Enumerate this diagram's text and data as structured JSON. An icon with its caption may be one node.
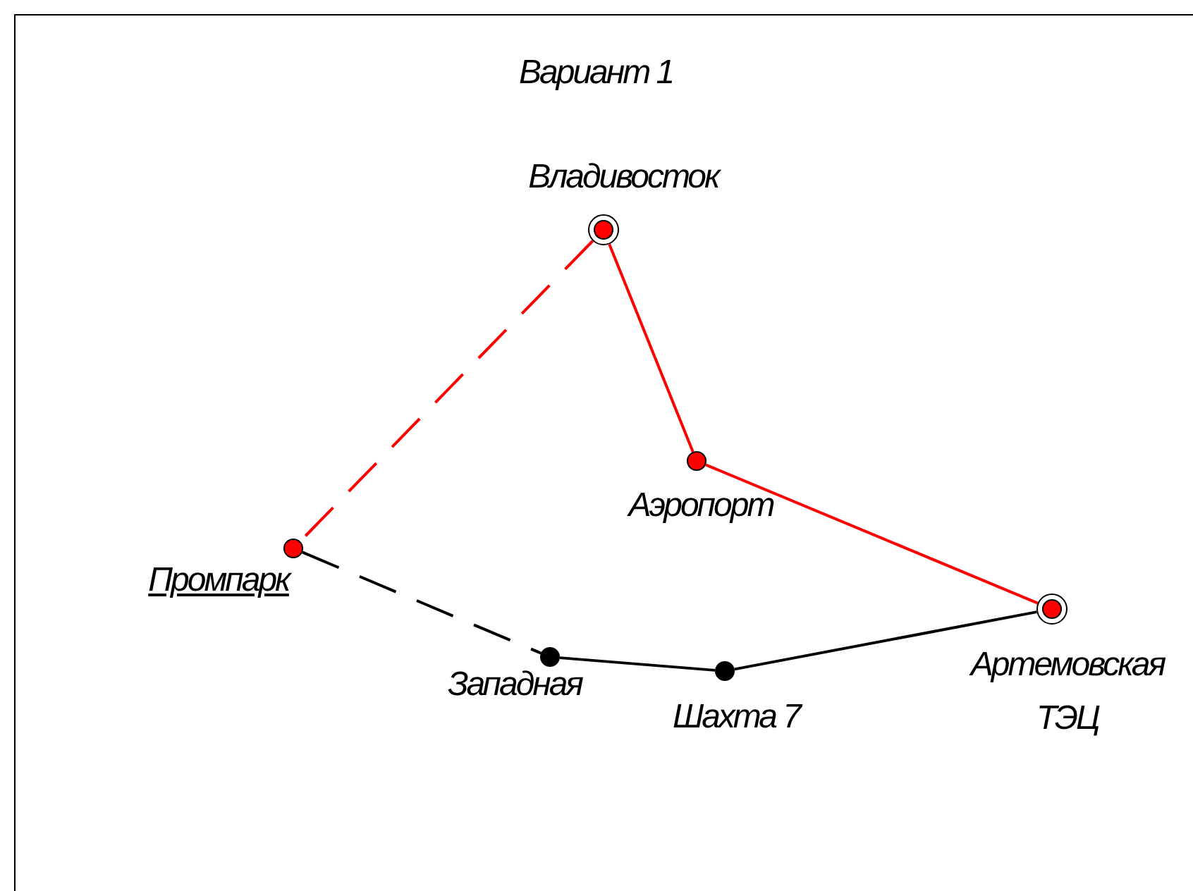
{
  "diagram": {
    "title": "Вариант 1",
    "nodes": [
      {
        "text": [],
        "shape": "circle",
        "beside": [
          "Владивосток"
        ]
      },
      {
        "text": [],
        "shape": "circle",
        "beside": [
          "Аэропорт"
        ]
      },
      {
        "text": [],
        "shape": "circle",
        "beside": [
          "Промпарк"
        ]
      },
      {
        "text": [],
        "shape": "circle",
        "beside": [
          "Западная"
        ]
      },
      {
        "text": [],
        "shape": "circle",
        "beside": [
          "Шахта 7"
        ]
      },
      {
        "text": [],
        "shape": "circle",
        "beside": [
          "Артемовская ТЭЦ"
        ]
      }
    ],
    "edges": [
      {
        "from": 0,
        "to": 1,
        "arrow": "none",
        "color": "#ff0000"
      },
      {
        "from": 1,
        "to": 5,
        "arrow": "none",
        "color": "#ff0000"
      },
      {
        "from": 0,
        "to": 2,
        "arrow": "none",
        "style": "dashed",
        "color": "#ff0000"
      },
      {
        "from": 2,
        "to": 3,
        "arrow": "none",
        "style": "dashed",
        "color": "#000000"
      },
      {
        "from": 3,
        "to": 4,
        "arrow": "none",
        "color": "#000000"
      },
      {
        "from": 4,
        "to": 5,
        "arrow": "none",
        "color": "#000000"
      }
    ]
  }
}
